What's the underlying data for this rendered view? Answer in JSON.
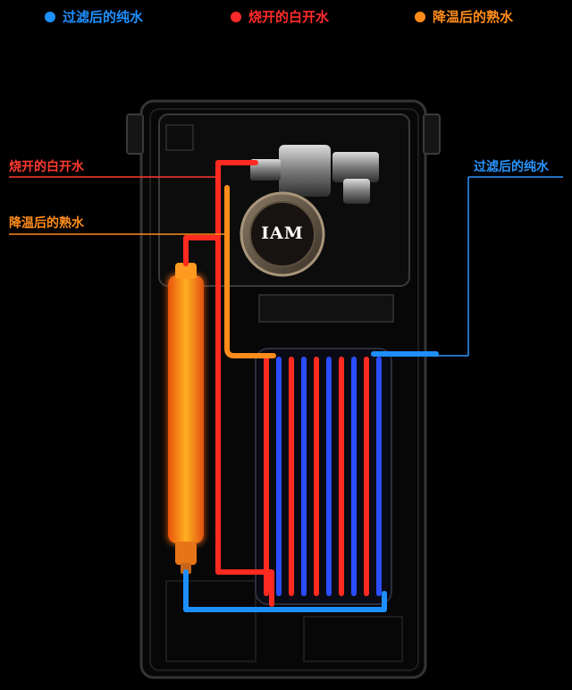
{
  "legend": {
    "items": [
      {
        "label": "过滤后的纯水",
        "color": "#1e90ff"
      },
      {
        "label": "烧开的白开水",
        "color": "#ff2a2a"
      },
      {
        "label": "降温后的熟水",
        "color": "#ff8c1a"
      }
    ]
  },
  "callouts": {
    "boiled": {
      "label": "烧开的白开水",
      "color": "#ff3a30"
    },
    "cooled": {
      "label": "降温后的熟水",
      "color": "#ff8c1a"
    },
    "filtered": {
      "label": "过滤后的纯水",
      "color": "#2a95ff"
    }
  },
  "device": {
    "brand_label": "IAM"
  },
  "colors": {
    "blue_pipe": "#1e8fff",
    "red_pipe": "#ff2a20",
    "orange_pipe": "#ff8c1a",
    "housing": "#2a2a2a"
  }
}
